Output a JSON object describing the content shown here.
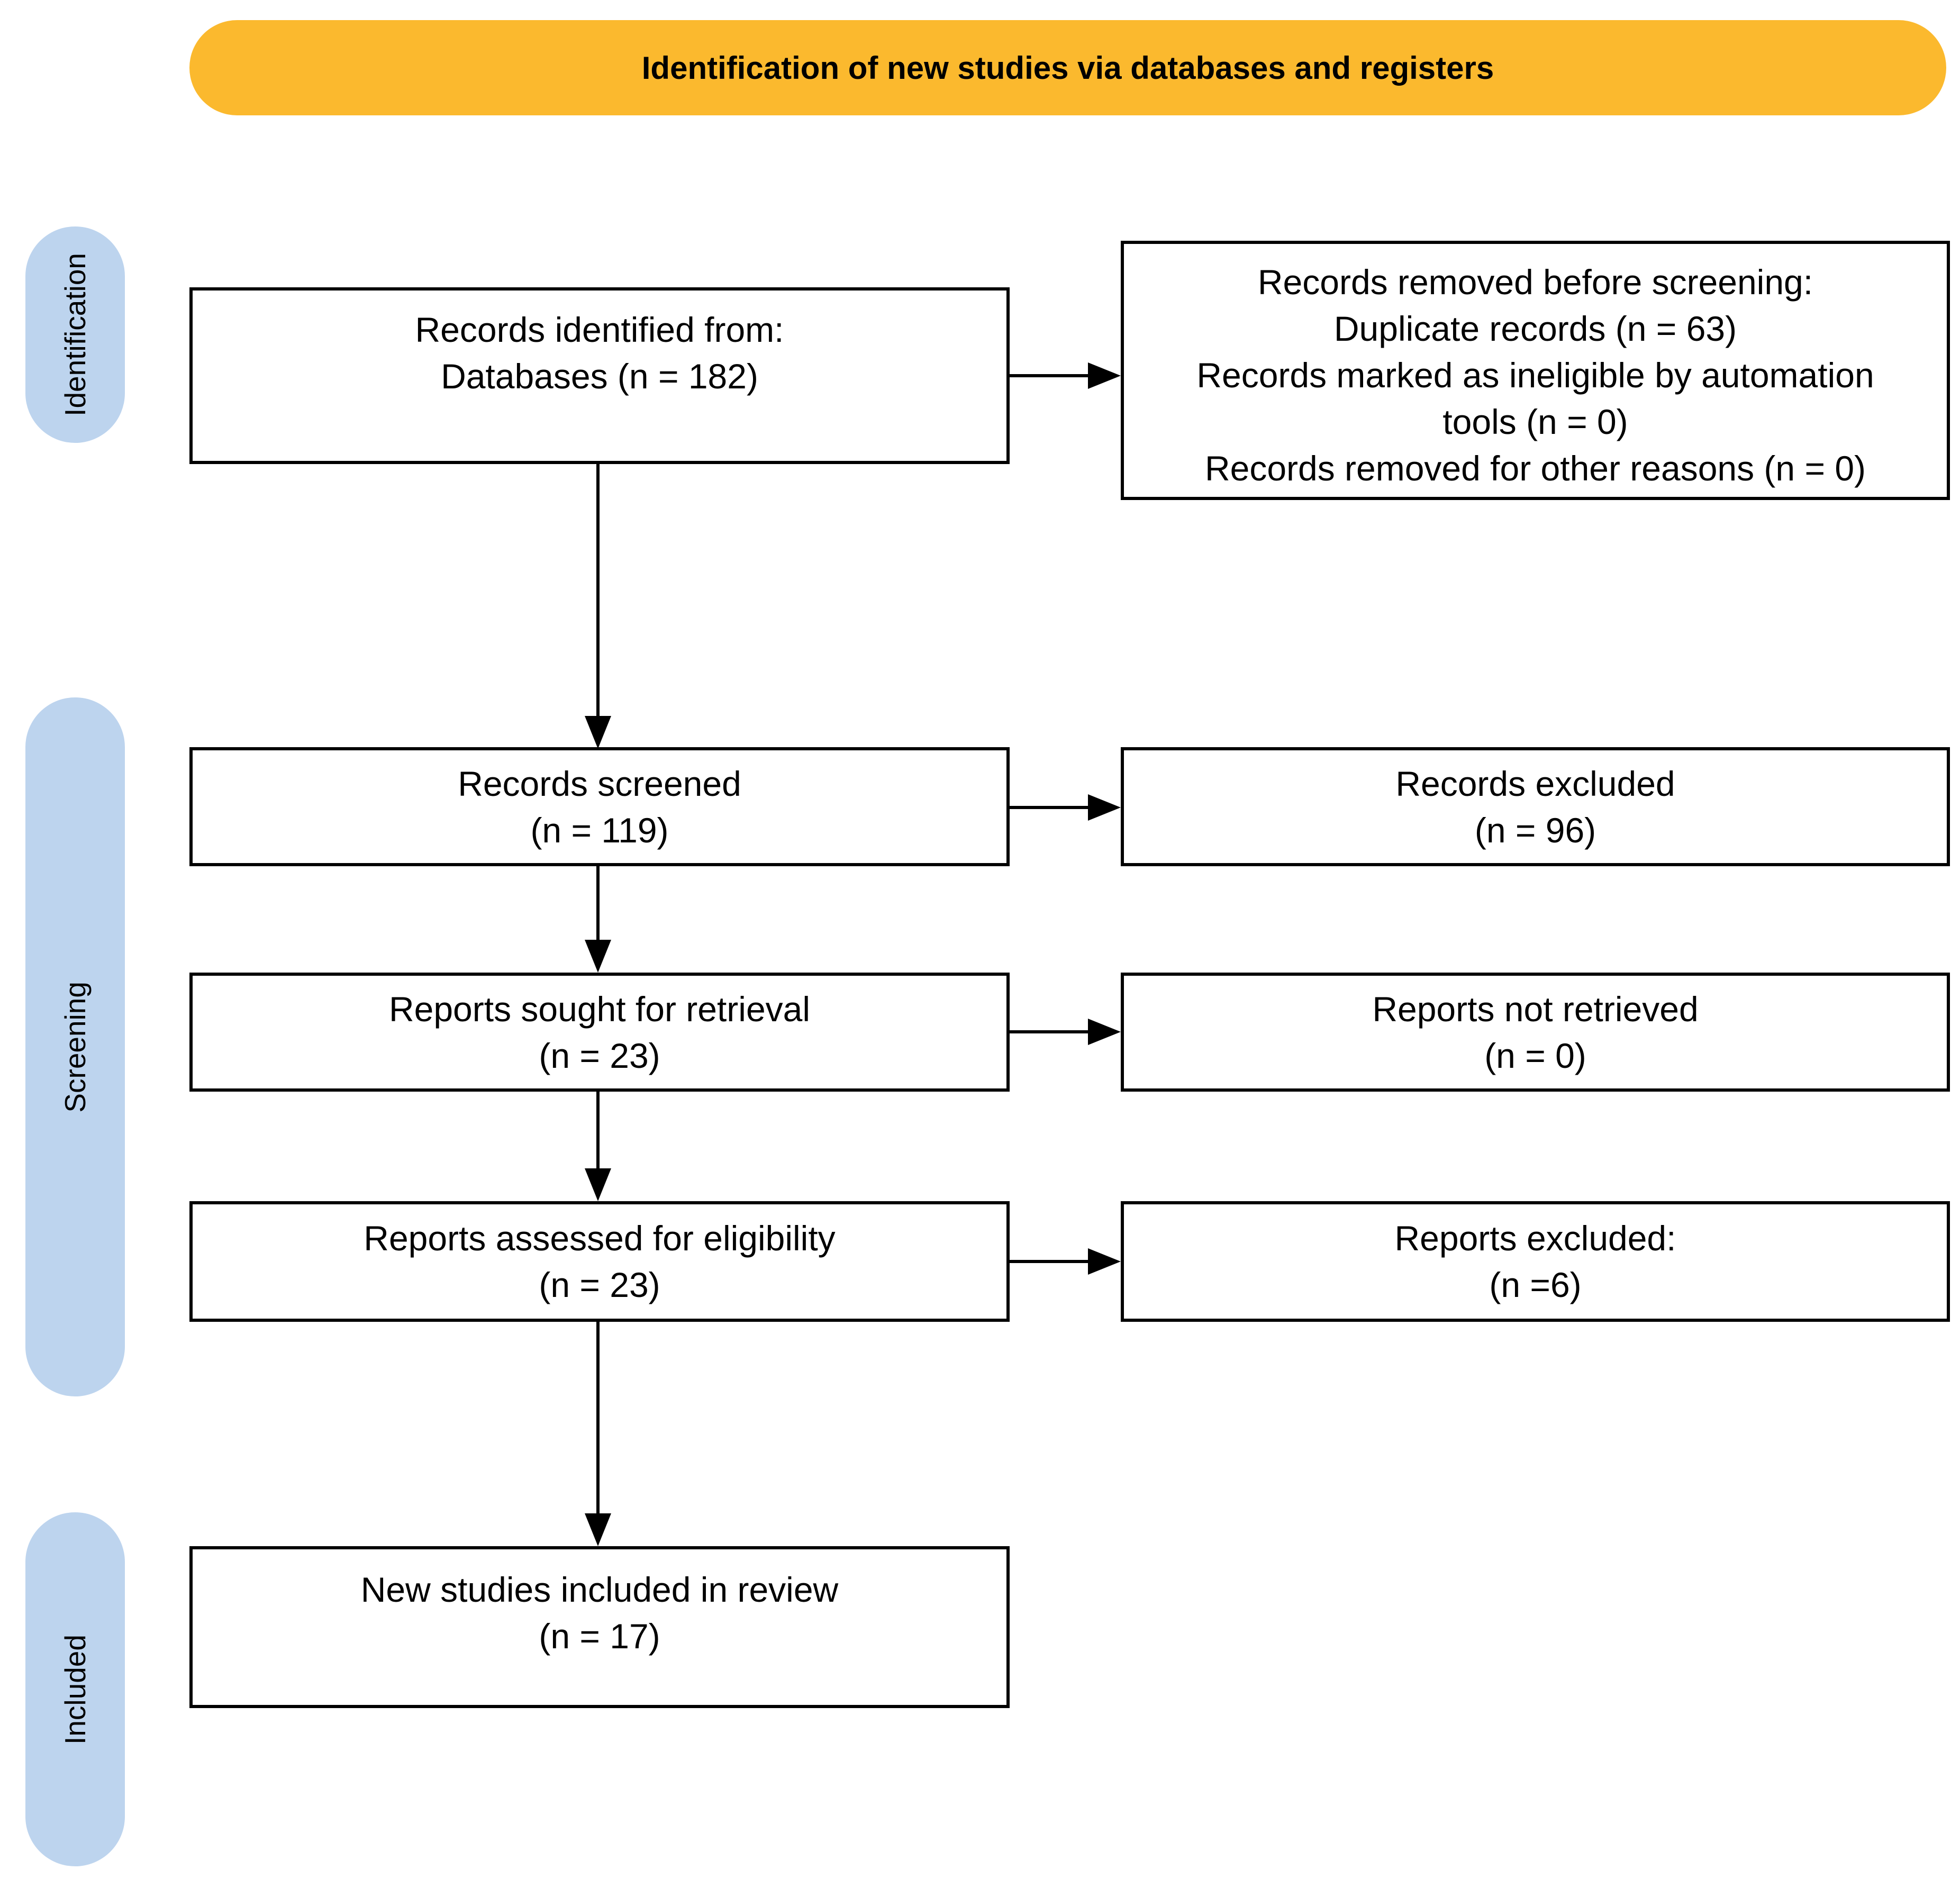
{
  "banner": {
    "title": "Identification of new studies via databases and registers"
  },
  "stages": [
    {
      "label": "Identification"
    },
    {
      "label": "Screening"
    },
    {
      "label": "Included"
    }
  ],
  "boxes": {
    "records_identified": {
      "lines": [
        "Records identified from:",
        "Databases (n = 182)"
      ]
    },
    "records_removed": {
      "lines": [
        "Records removed before screening:",
        "Duplicate records (n = 63)",
        "Records marked as ineligible by automation",
        "tools (n = 0)",
        "Records removed for other reasons (n = 0)"
      ]
    },
    "records_screened": {
      "lines": [
        "Records screened",
        "(n = 119)"
      ]
    },
    "records_excluded": {
      "lines": [
        "Records excluded",
        "(n = 96)"
      ]
    },
    "reports_sought": {
      "lines": [
        "Reports sought for retrieval",
        "(n = 23)"
      ]
    },
    "reports_not_retrieved": {
      "lines": [
        "Reports not retrieved",
        "(n = 0)"
      ]
    },
    "reports_assessed": {
      "lines": [
        "Reports assessed for eligibility",
        "(n = 23)"
      ]
    },
    "reports_excluded": {
      "lines": [
        "Reports excluded:",
        "(n =6)"
      ]
    },
    "new_studies_included": {
      "lines": [
        "New studies included in review",
        "(n = 17)"
      ]
    }
  },
  "colors": {
    "banner_bg": "#FBB92E",
    "stage_bg": "#BDD4EE",
    "box_border": "#000000",
    "text": "#000000",
    "background": "#FFFFFF"
  }
}
